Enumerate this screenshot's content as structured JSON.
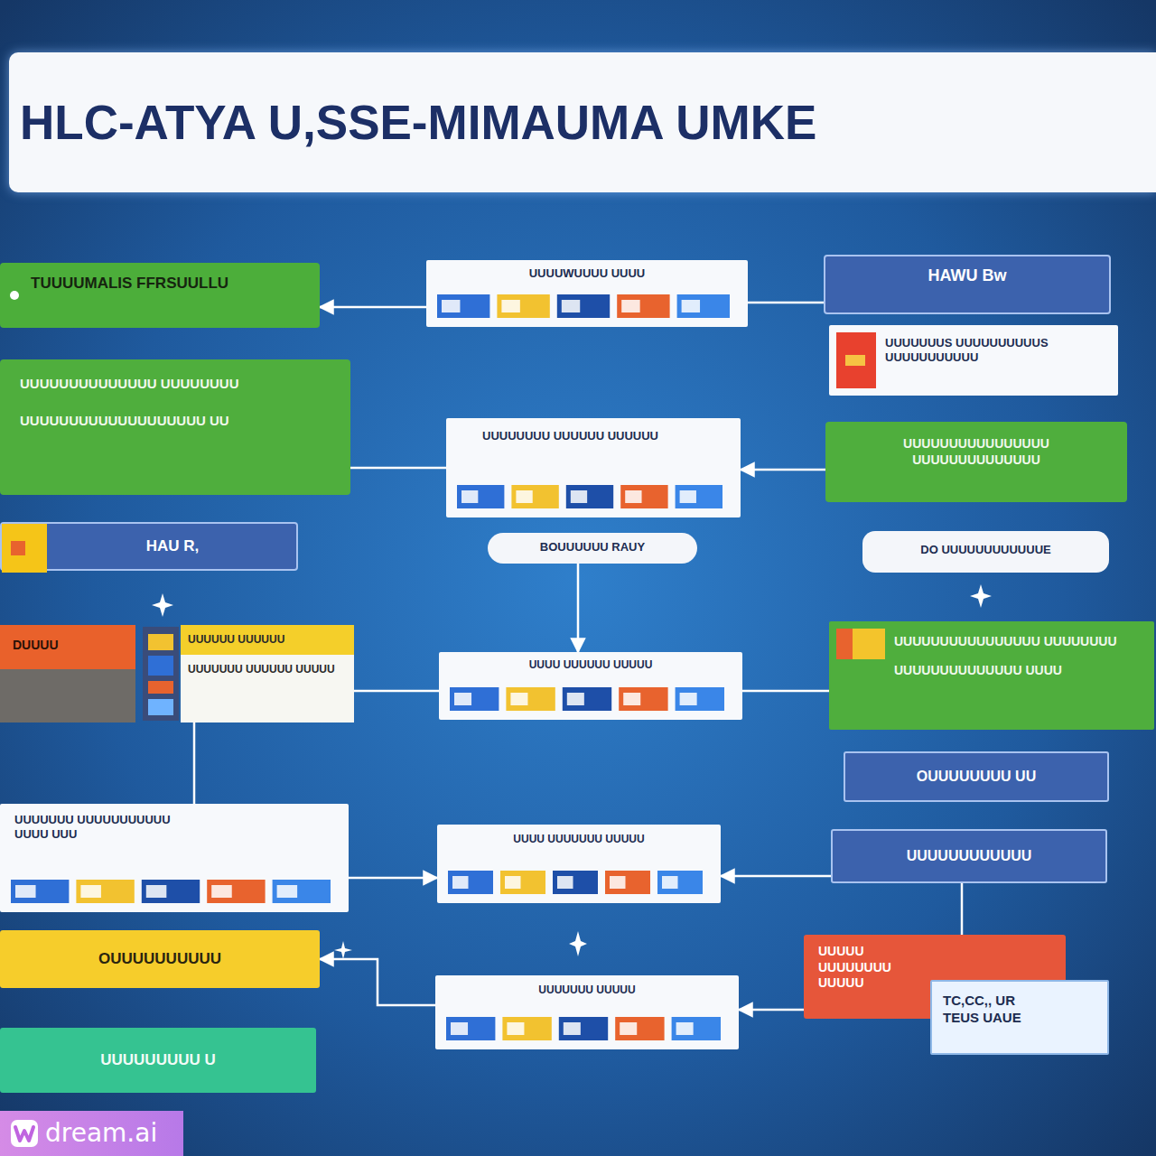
{
  "diagram": {
    "title": "HLC-ATYA U,SSE-MIMAUMA UMKE",
    "nodes": [
      {
        "text": [
          "TUUUUMALIS FFRSUULLU"
        ]
      },
      {
        "text": [
          "UUUUWUUUU UUUU"
        ]
      },
      {
        "text": [
          "HAWU Bw"
        ]
      },
      {
        "text": [
          "UUUUUUUS UUUUUUUUUUS",
          "UUUUUUUUUUU"
        ]
      },
      {
        "text": [
          "UUUUUUUUUUUUUU UUUUUUUU",
          "UUUUUUUUUUUUUUUUUUU UU"
        ]
      },
      {
        "text": [
          "UUUUUUUU UUUUUU UUUUUU"
        ]
      },
      {
        "text": [
          "UUUUUUUUUUUUUUUU UUUUUUUUUUUUUU"
        ]
      },
      {
        "text": [
          "BOUUUUUU RAUY"
        ]
      },
      {
        "text": [
          "HAU R,"
        ]
      },
      {
        "text": [
          "DO UUUUUUUUUUUUE"
        ]
      },
      {
        "text": [
          "DUUUU"
        ]
      },
      {
        "text": [
          "UUUUUU UUUUUU",
          "UUUUUUU UUUUUU UUUUU"
        ]
      },
      {
        "text": [
          "UUUU UUUUUU UUUUU"
        ]
      },
      {
        "text": [
          "UUUUUUUUUUUUUUUU UUUUUUUU",
          "UUUUUUUUUUUUUU UUUU"
        ]
      },
      {
        "text": [
          "OUUUUUUUU UU"
        ]
      },
      {
        "text": [
          "UUUUUUUUUUUU"
        ]
      },
      {
        "text": [
          "UUUUUUU UUUUUUUUUUU",
          "UUUU UUU"
        ]
      },
      {
        "text": [
          "UUUU UUUUUUU UUUUU"
        ]
      },
      {
        "text": [
          "OUUUUUUUUUU"
        ]
      },
      {
        "text": [
          "UUUUU UUUUUUUU",
          "UUUUU"
        ]
      },
      {
        "text": [
          "TC,CC,, UR",
          "TEUS UAUE"
        ]
      },
      {
        "text": [
          "UUUUUUU UUUUU"
        ]
      },
      {
        "text": [
          "UUUUUUUUU U"
        ]
      }
    ],
    "edges": [
      {
        "from": 1,
        "to": 0,
        "arrow": "to"
      },
      {
        "from": 1,
        "to": 2,
        "arrow": "none"
      },
      {
        "from": 5,
        "to": 4,
        "arrow": "none"
      },
      {
        "from": 6,
        "to": 5,
        "arrow": "to"
      },
      {
        "from": 7,
        "to": 12,
        "arrow": "to"
      },
      {
        "from": 12,
        "to": 11,
        "arrow": "none"
      },
      {
        "from": 12,
        "to": 13,
        "arrow": "none"
      },
      {
        "from": 11,
        "to": 16,
        "arrow": "none"
      },
      {
        "from": 16,
        "to": 17,
        "arrow": "to"
      },
      {
        "from": 15,
        "to": 17,
        "arrow": "to"
      },
      {
        "from": 15,
        "to": 19,
        "arrow": "none"
      },
      {
        "from": 19,
        "to": 21,
        "arrow": "to"
      },
      {
        "from": 21,
        "to": 18,
        "arrow": "to"
      }
    ],
    "labels": [
      "dream.ai"
    ]
  }
}
